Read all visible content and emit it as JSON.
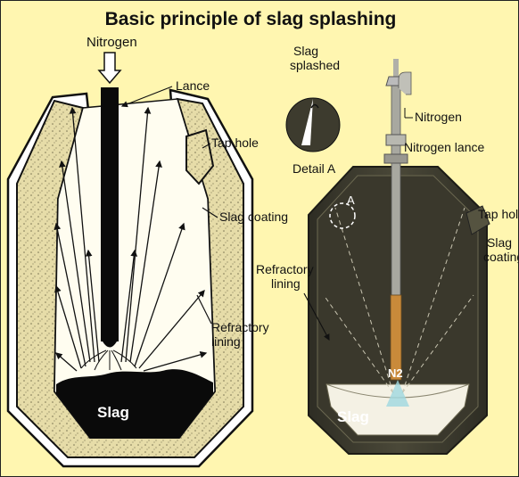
{
  "title": "Basic principle of slag splashing",
  "left_diagram": {
    "nitrogen": "Nitrogen",
    "lance": "Lance",
    "tap_hole": "Tap hole",
    "slag_coating": "Slag coating",
    "refractory_line1": "Refractory",
    "refractory_line2": "lining",
    "slag": "Slag"
  },
  "right_diagram": {
    "slag_splashed_line1": "Slag",
    "slag_splashed_line2": "splashed",
    "detail": "Detail A",
    "nitrogen": "Nitrogen",
    "nitrogen_lance": "Nitrogen lance",
    "marker_a": "A",
    "tap_hole": "Tap hole",
    "slag_coating_line1": "Slag",
    "slag_coating_line2": "coating",
    "refractory_line1": "Refractory",
    "refractory_line2": "lining",
    "n2": "N2",
    "slag": "Slag"
  },
  "colors": {
    "background": "#fff6b0",
    "vessel_dark": "#3d3b2e",
    "refractory_fill": "#d9cf9a",
    "slag_black": "#0a0a0a",
    "lance_steel": "#a8a8a0",
    "lance_copper": "#c98a3a"
  }
}
